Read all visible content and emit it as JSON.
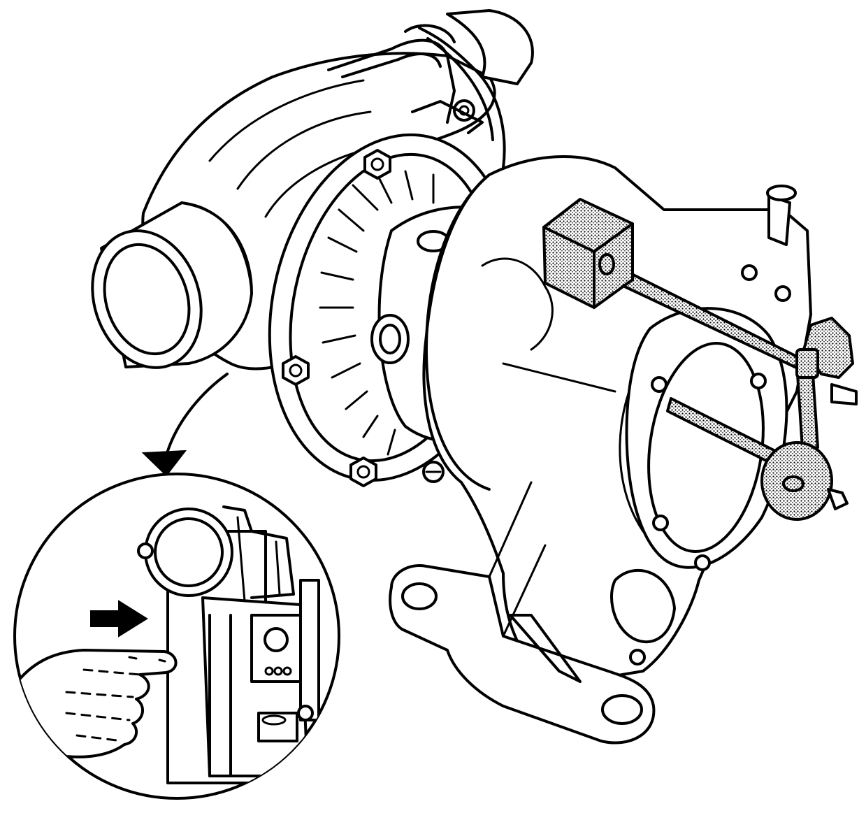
{
  "figure": {
    "main_view": "turbocharger-assembly",
    "tool": "dial-indicator",
    "inset_view": "inset-detail",
    "hand_on_turbo": "hand"
  },
  "icons": {
    "curved_callout_arrow": "curved-arrow-down-left",
    "push_direction_arrow": "arrow-right"
  }
}
